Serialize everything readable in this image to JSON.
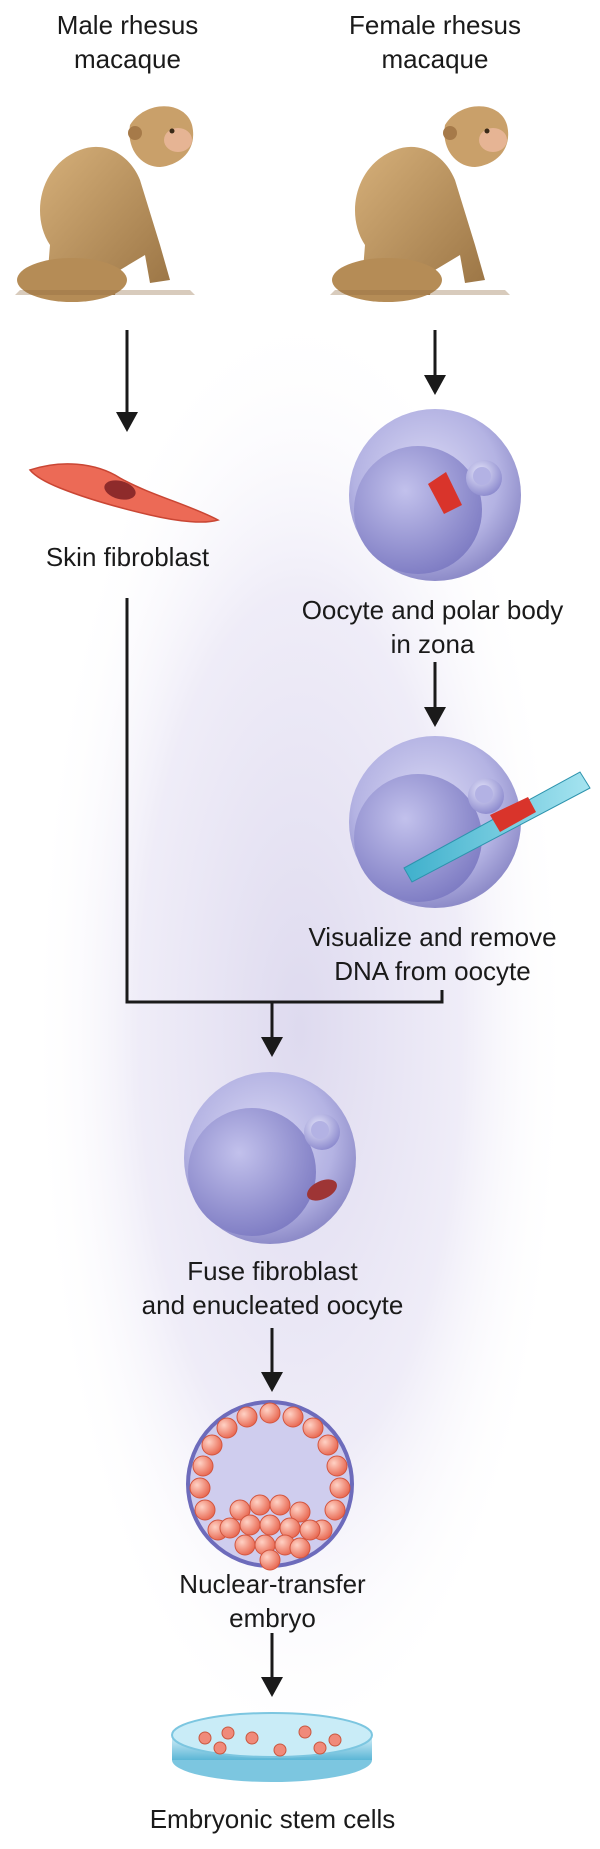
{
  "labels": {
    "male_line1": "Male rhesus",
    "male_line2": "macaque",
    "female_line1": "Female rhesus",
    "female_line2": "macaque",
    "fibroblast": "Skin fibroblast",
    "oocyte_line1": "Oocyte and polar body",
    "oocyte_line2": "in zona",
    "remove_line1": "Visualize and remove",
    "remove_line2": "DNA from oocyte",
    "fuse_line1": "Fuse fibroblast",
    "fuse_line2": "and enucleated oocyte",
    "embryo_line1": "Nuclear-transfer",
    "embryo_line2": "embryo",
    "stem_cells": "Embryonic stem cells"
  },
  "icons": {
    "male": "monkey-icon",
    "female": "monkey-icon",
    "fibroblast": "fibroblast-cell-icon",
    "oocyte": "oocyte-icon",
    "pipette": "micropipette-icon",
    "embryo": "blastocyst-icon",
    "dish": "petri-dish-icon"
  },
  "colors": {
    "background_glow": "#e6e3f3",
    "monkey_fur": "#c9a06a",
    "monkey_shadow": "#8f6a3e",
    "fibroblast": "#e8604f",
    "fibroblast_nucleus": "#8e2b2b",
    "oocyte": "#a7a6dc",
    "oocyte_dark": "#7f7dc4",
    "nucleus_red": "#d9342b",
    "pipette": "#5fc6dd",
    "embryo_cell": "#f2907c",
    "dish": "#9fd8ec",
    "arrow": "#1a1a1a"
  }
}
